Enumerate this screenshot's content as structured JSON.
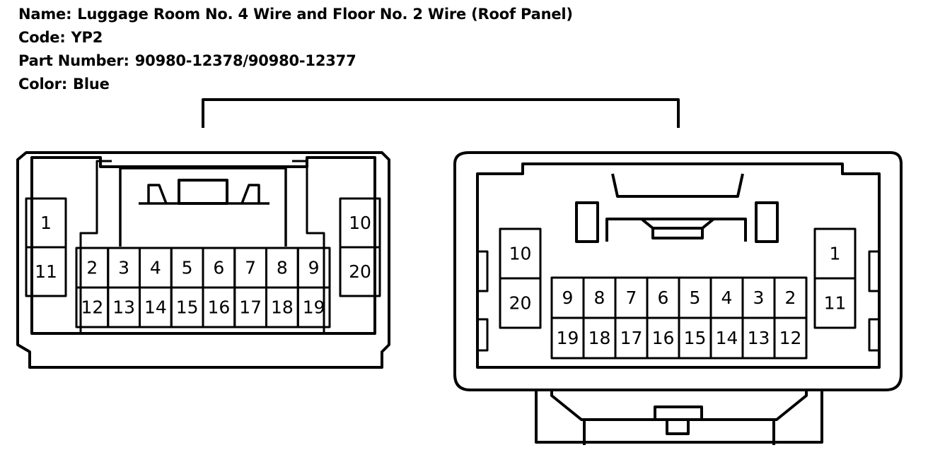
{
  "header": {
    "name_label": "Name:",
    "name_value": "Luggage Room No. 4 Wire and Floor No. 2 Wire (Roof Panel)",
    "code_label": "Code:",
    "code_value": "YP2",
    "part_label": "Part Number:",
    "part_value": "90980-12378/90980-12377",
    "color_label": "Color:",
    "color_value": "Blue"
  },
  "left_connector": {
    "side_left": [
      "1",
      "11"
    ],
    "side_right": [
      "10",
      "20"
    ],
    "row_top": [
      "2",
      "3",
      "4",
      "5",
      "6",
      "7",
      "8",
      "9"
    ],
    "row_bottom": [
      "12",
      "13",
      "14",
      "15",
      "16",
      "17",
      "18",
      "19"
    ]
  },
  "right_connector": {
    "side_left": [
      "10",
      "20"
    ],
    "side_right": [
      "1",
      "11"
    ],
    "row_top": [
      "9",
      "8",
      "7",
      "6",
      "5",
      "4",
      "3",
      "2"
    ],
    "row_bottom": [
      "19",
      "18",
      "17",
      "16",
      "15",
      "14",
      "13",
      "12"
    ]
  },
  "colors": {
    "line": "#000000",
    "background": "#ffffff"
  }
}
